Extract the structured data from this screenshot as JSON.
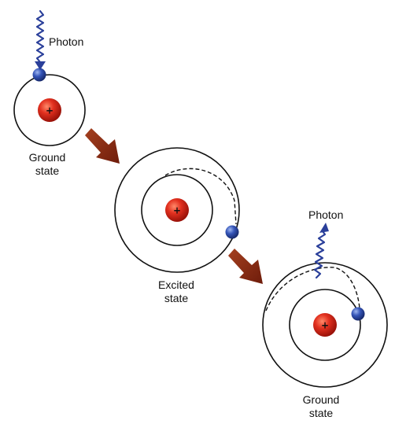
{
  "labels": {
    "photon_in": "Photon",
    "ground_state_1_line1": "Ground",
    "ground_state_1_line2": "state",
    "excited_line1": "Excited",
    "excited_line2": "state",
    "photon_out": "Photon",
    "ground_state_2_line1": "Ground",
    "ground_state_2_line2": "state"
  },
  "nucleus_symbol": "+",
  "colors": {
    "nucleus": "#d8231b",
    "electron": "#2f4fa8",
    "photon_wave": "#2a3f9a",
    "arrow": "#8b2a12",
    "orbit": "#111111"
  },
  "icons": {
    "nucleus": "nucleus-icon",
    "electron": "electron-icon",
    "photon": "photon-wave-icon",
    "transition_arrow": "arrow-icon"
  }
}
